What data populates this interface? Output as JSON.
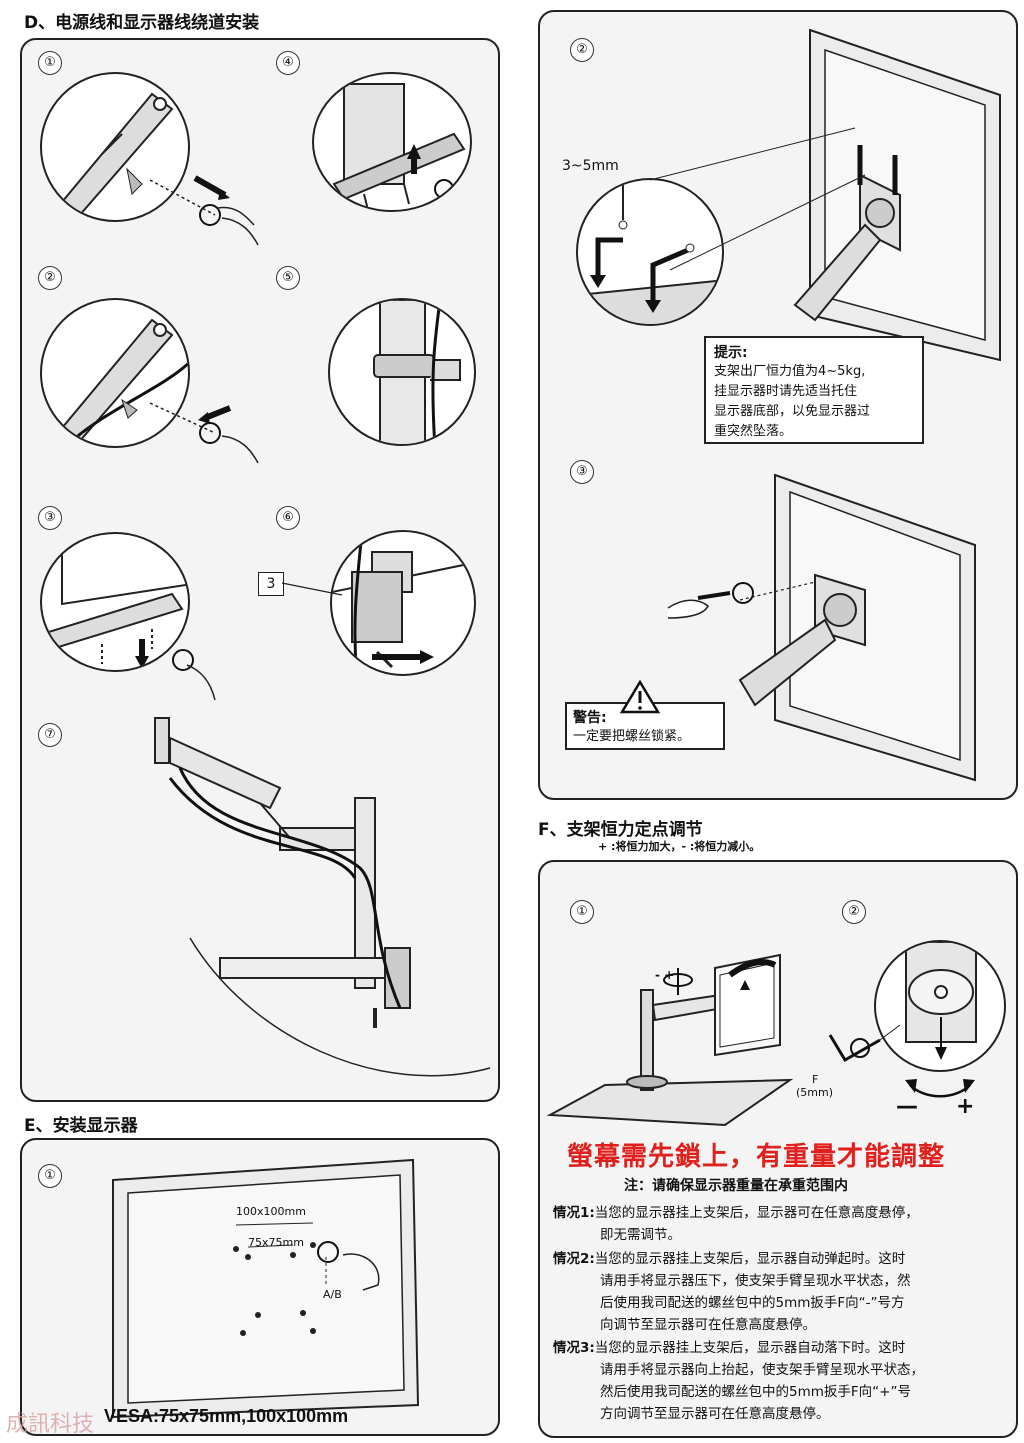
{
  "sectionD": {
    "title": "D、电源线和显示器线绕道安装",
    "steps": [
      "①",
      "②",
      "③",
      "④",
      "⑤",
      "⑥",
      "⑦"
    ],
    "label3": "3"
  },
  "sectionE": {
    "title": "E、安装显示器",
    "step1": "①",
    "dim100": "100x100mm",
    "dim75": "75x75mm",
    "ab": "A/B",
    "vesa": "VESA:75x75mm,100x100mm"
  },
  "rightTop": {
    "step2": "②",
    "step3": "③",
    "dim35": "3~5mm",
    "tip": {
      "title": "提示:",
      "lines": [
        "支架出厂恒力值为4~5kg,",
        "挂显示器时请先适当托住",
        "显示器底部，以免显示器过",
        "重突然坠落。"
      ]
    },
    "warn": {
      "title": "警告:",
      "line": "一定要把螺丝锁紧。"
    }
  },
  "sectionF": {
    "title": "F、支架恒力定点调节",
    "sub": "+ :将恒力加大，- :将恒力减小。",
    "step1": "①",
    "step2": "②",
    "minusPlus": "-  +",
    "wrench": "F\n(5mm)",
    "wrenchF": "F",
    "wrench5": "(5mm)",
    "minus": "—",
    "plus": "+",
    "red": "螢幕需先鎖上，有重量才能調整",
    "note": "注：请确保显示器重量在承重范围内",
    "cases": [
      {
        "label": "情况1:",
        "lines": [
          "当您的显示器挂上支架后，显示器可在任意高度悬停，",
          "即无需调节。"
        ]
      },
      {
        "label": "情况2:",
        "lines": [
          "当您的显示器挂上支架后，显示器自动弹起时。这时",
          "请用手将显示器压下，使支架手臂呈现水平状态，然",
          "后使用我司配送的螺丝包中的5mm扳手F向“-”号方",
          "向调节至显示器可在任意高度悬停。"
        ]
      },
      {
        "label": "情况3:",
        "lines": [
          "当您的显示器挂上支架后，显示器自动落下时。这时",
          "请用手将显示器向上抬起，使支架手臂呈现水平状态，",
          "然后使用我司配送的螺丝包中的5mm扳手F向“+”号",
          "方向调节至显示器可在任意高度悬停。"
        ]
      }
    ]
  },
  "watermark": "成訊科技"
}
